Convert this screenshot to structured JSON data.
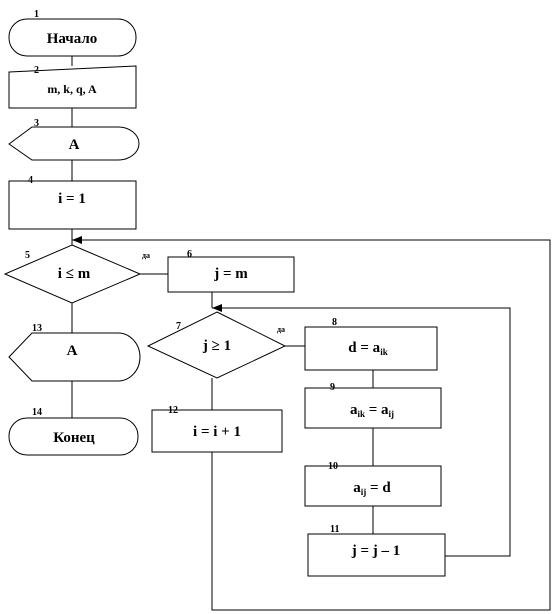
{
  "blocks": [
    {
      "id": "b1",
      "number": "1",
      "text": "Начало"
    },
    {
      "id": "b2",
      "number": "2",
      "text": "m, k, q, A"
    },
    {
      "id": "b3",
      "number": "3",
      "text": "A"
    },
    {
      "id": "b4",
      "number": "4",
      "text": "i = 1"
    },
    {
      "id": "b5",
      "number": "5",
      "text": "i ≤ m"
    },
    {
      "id": "b6",
      "number": "6",
      "text": "j = m"
    },
    {
      "id": "b7",
      "number": "7",
      "text": "j ≥ 1"
    },
    {
      "id": "b8",
      "number": "8",
      "text_main": "d = a",
      "text_sub": "ik"
    },
    {
      "id": "b9",
      "number": "9",
      "text_a": "a",
      "text_sub1": "ik",
      "text_eq": " = a",
      "text_sub2": "ij"
    },
    {
      "id": "b10",
      "number": "10",
      "text_a": "a",
      "text_sub": "ij",
      "text_rest": " = d"
    },
    {
      "id": "b11",
      "number": "11",
      "text": "j = j – 1"
    },
    {
      "id": "b12",
      "number": "12",
      "text": "i = i + 1"
    },
    {
      "id": "b13",
      "number": "13",
      "text": "A"
    },
    {
      "id": "b14",
      "number": "14",
      "text": "Конец"
    }
  ],
  "branch_labels": {
    "yes5": "да",
    "yes7": "да"
  }
}
